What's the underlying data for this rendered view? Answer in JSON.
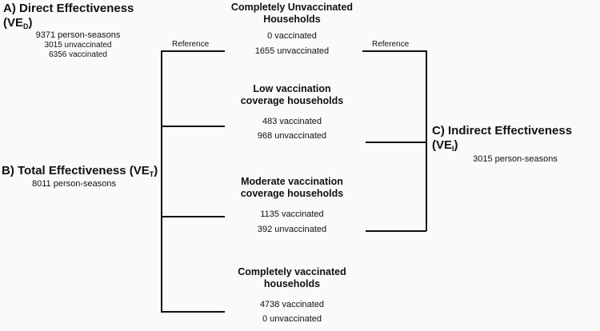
{
  "direct": {
    "title_main": "A) Direct Effectiveness (VE",
    "title_sub": "D",
    "title_end": ")",
    "line1": "9371 person-seasons",
    "line2": "3015 unvaccinated",
    "line3": "6356 vaccinated",
    "reference": "Reference"
  },
  "total": {
    "title_main": "B) Total Effectiveness (VE",
    "title_sub": "T",
    "title_end": ")",
    "line1": "8011 person-seasons"
  },
  "indirect": {
    "title_main": "C) Indirect Effectiveness (VE",
    "title_sub": "I",
    "title_end": ")",
    "line1": "3015 person-seasons",
    "reference": "Reference"
  },
  "groups": [
    {
      "title1": "Completely Unvaccinated",
      "title2": "Households",
      "vacc": "0 vaccinated",
      "unvacc": "1655 unvaccinated"
    },
    {
      "title1": "Low vaccination",
      "title2": "coverage households",
      "vacc": "483 vaccinated",
      "unvacc": "968 unvaccinated"
    },
    {
      "title1": "Moderate vaccination",
      "title2": "coverage households",
      "vacc": "1135 vaccinated",
      "unvacc": "392 unvaccinated"
    },
    {
      "title1": "Completely vaccinated",
      "title2": "households",
      "vacc": "4738 vaccinated",
      "unvacc": "0 unvaccinated"
    }
  ]
}
